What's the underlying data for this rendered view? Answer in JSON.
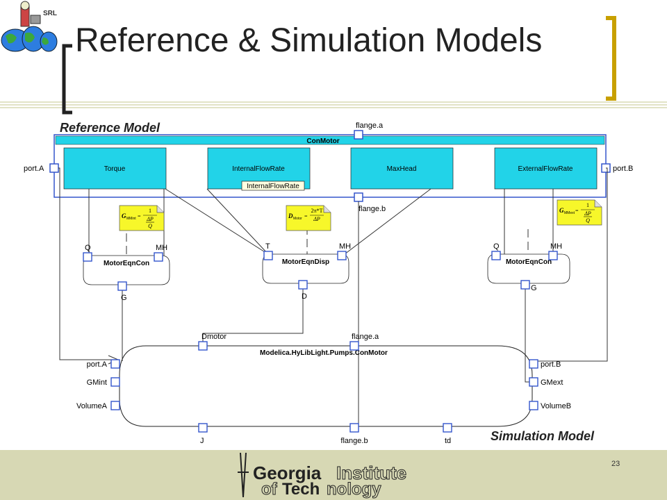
{
  "slide": {
    "title": "Reference & Simulation Models",
    "logo_text": "SRL",
    "page_number": "23",
    "footer_logo": {
      "line1_bold": "Georgia",
      "line1_outline": "Institute",
      "line2_outline_a": "of",
      "line2_bold": "Tech",
      "line2_outline_b": "nology"
    }
  },
  "labels": {
    "reference_model": "Reference Model",
    "simulation_model": "Simulation Model"
  },
  "reference": {
    "container_title": "ConMotor",
    "blocks": [
      "Torque",
      "InternalFlowRate",
      "MaxHead",
      "ExternalFlowRate"
    ],
    "tooltip": "InternalFlowRate",
    "ports": {
      "left": "port.A",
      "right": "port.B",
      "top": "flange.a",
      "bottom": "flange.b"
    }
  },
  "equations": [
    {
      "name": "MotorEqnCon",
      "in_left": "Q",
      "in_right": "MH",
      "out": "G"
    },
    {
      "name": "MotorEqnDisp",
      "in_left": "T",
      "in_right": "MH",
      "out": "D"
    },
    {
      "name": "MotorEqnCon",
      "in_left": "Q",
      "in_right": "MH",
      "out": "G"
    }
  ],
  "formulas": [
    {
      "lhs": "G",
      "sub": "MMint",
      "num": "1",
      "den_top": "ΔP",
      "den_bot": "Q"
    },
    {
      "lhs": "D",
      "sub": "Motor",
      "num": "2π*T",
      "den_top": "ΔP"
    },
    {
      "lhs": "G",
      "sub": "MMext",
      "num": "1",
      "den_top": "ΔP",
      "den_bot": "Q"
    }
  ],
  "simulation": {
    "title": "Modelica.HyLibLight.Pumps.ConMotor",
    "ports_left": [
      "port.A",
      "GMint",
      "VolumeA"
    ],
    "ports_right": [
      "port.B",
      "GMext",
      "VolumeB"
    ],
    "ports_top": [
      "Dmotor",
      "flange.a"
    ],
    "ports_bottom": [
      "J",
      "flange.b",
      "td"
    ]
  },
  "colors": {
    "cyan": "#22d3e8",
    "formula_yellow": "#f7f72a",
    "port_blue": "#3355cc",
    "accent_gold": "#c8a000",
    "footer": "#d7d8b4"
  }
}
